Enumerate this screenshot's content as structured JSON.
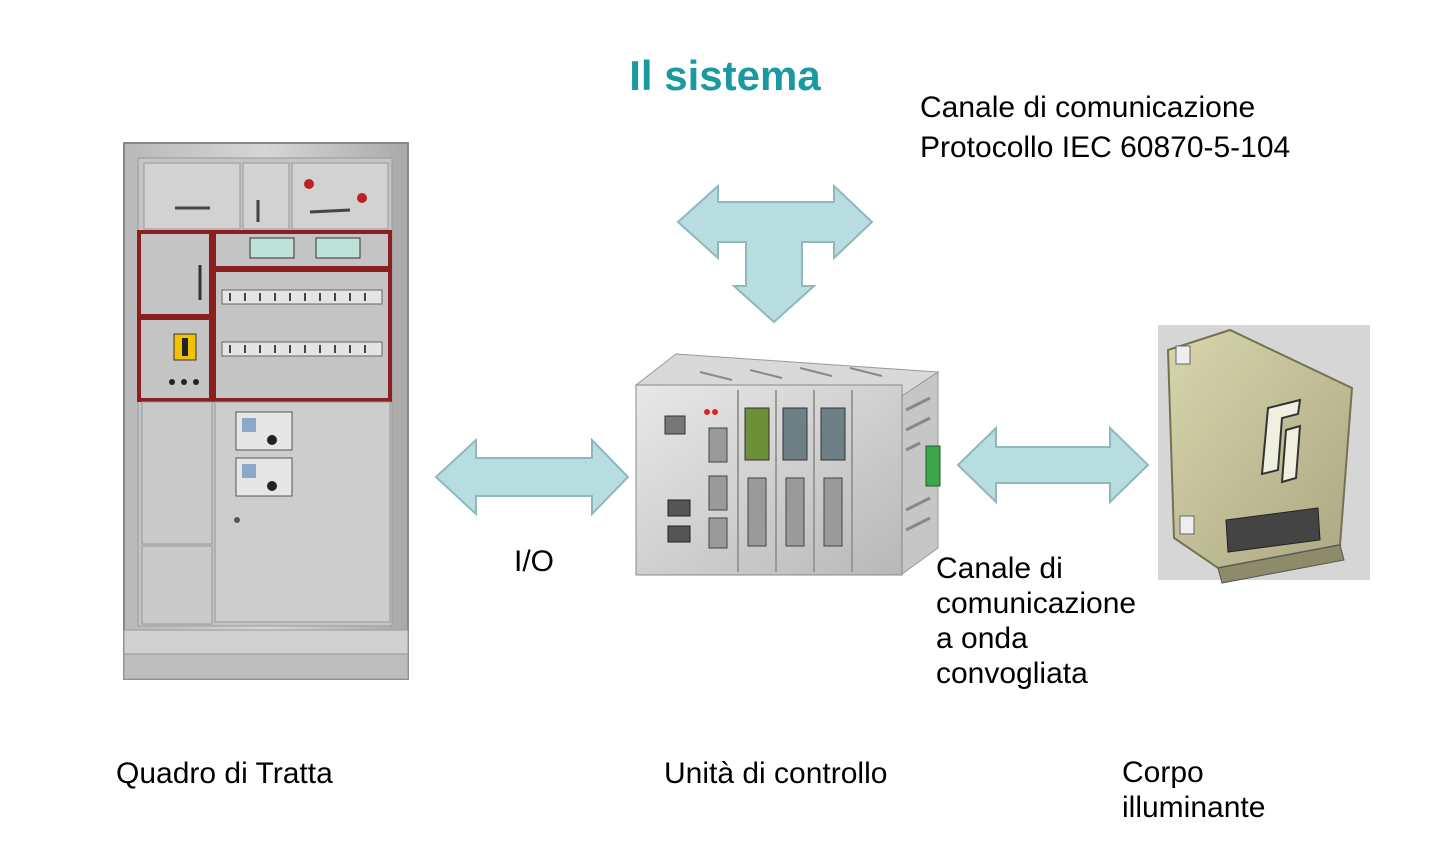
{
  "title": "Il sistema",
  "communication_channel": {
    "line1": "Canale di comunicazione",
    "line2": "Protocollo IEC 60870-5-104"
  },
  "io_label": "I/O",
  "powerline_channel": {
    "line1": "Canale di",
    "line2": "comunicazione",
    "line3": "a onda",
    "line4": "convogliata"
  },
  "captions": {
    "cabinet": "Quadro di Tratta",
    "control_unit": "Unità di controllo",
    "lamp_line1": "Corpo",
    "lamp_line2": "illuminante"
  },
  "colors": {
    "title": "#1a9aa0",
    "arrow_fill": "#b7dde0",
    "arrow_stroke": "#8fb8bd",
    "cabinet_frame": "#a8a8a8",
    "cabinet_red": "#8b1e1e"
  },
  "icons": [
    "electrical-cabinet-icon",
    "control-unit-icon",
    "lamp-housing-icon",
    "t-arrow-icon",
    "double-arrow-icon"
  ]
}
